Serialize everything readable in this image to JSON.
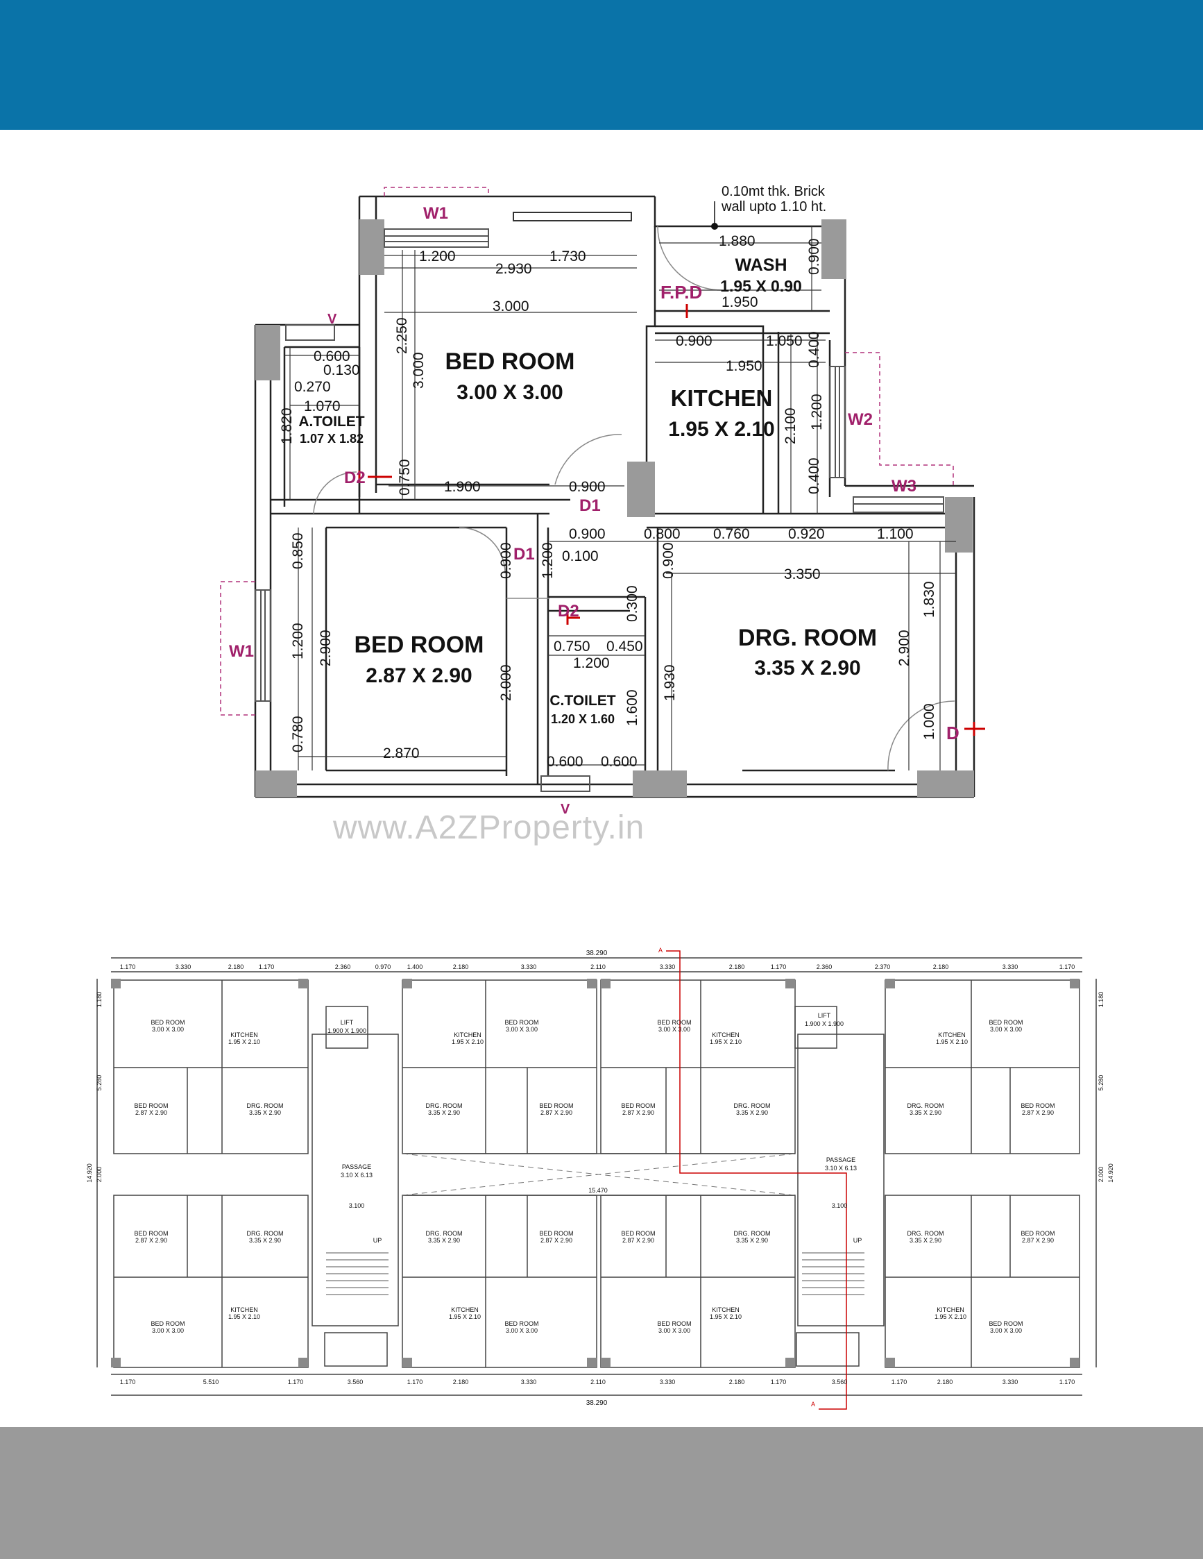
{
  "top_plan": {
    "note_line1": "0.10mt thk. Brick",
    "note_line2": "wall upto 1.10 ht.",
    "rooms": {
      "bed1_name": "BED ROOM",
      "bed1_size": "3.00 X 3.00",
      "kitchen_name": "KITCHEN",
      "kitchen_size": "1.95 X 2.10",
      "wash_name": "WASH",
      "wash_size": "1.95 X 0.90",
      "atoilet_name": "A.TOILET",
      "atoilet_size": "1.07 X 1.82",
      "bed2_name": "BED ROOM",
      "bed2_size": "2.87 X 2.90",
      "ctoilet_name": "C.TOILET",
      "ctoilet_size": "1.20 X 1.60",
      "drg_name": "DRG. ROOM",
      "drg_size": "3.35 X 2.90"
    },
    "labels": {
      "w1_top": "W1",
      "w1_left": "W1",
      "w2": "W2",
      "w3": "W3",
      "fpd": "F.P.D",
      "d2_a": "D2",
      "d2_b": "D2",
      "d1_a": "D1",
      "d1_b": "D1",
      "d": "D",
      "v_top": "V",
      "v_bottom": "V"
    },
    "dims": {
      "d1200": "1.200",
      "d1730": "1.730",
      "d2930": "2.930",
      "d3000h": "3.000",
      "d1880": "1.880",
      "d0900w": "0.900",
      "d1950a": "1.950",
      "d0600": "0.600",
      "d0130": "0.130",
      "d0270": "0.270",
      "d1070": "1.070",
      "d2250": "2.250",
      "d3000v": "3.000",
      "d1820": "1.820",
      "d0750v": "0.750",
      "d1900": "1.900",
      "d0900b": "0.900",
      "d0900k": "0.900",
      "d1050": "1.050",
      "d0400a": "0.400",
      "d1950b": "1.950",
      "d2100": "2.100",
      "d1200k": "1.200",
      "d0400b": "0.400",
      "d0900c": "0.900",
      "d0800": "0.800",
      "d0760": "0.760",
      "d0920": "0.920",
      "d1100": "1.100",
      "d0100": "0.100",
      "d0850": "0.850",
      "d0900v": "0.900",
      "d1200v": "1.200",
      "d3350": "3.350",
      "d1200w": "1.200",
      "d2900a": "2.900",
      "d2000": "2.000",
      "d0780": "0.780",
      "d2870": "2.870",
      "d1200c": "1.200",
      "d0300": "0.300",
      "d0750h": "0.750",
      "d0450": "0.450",
      "d1200t": "1.200",
      "d1600": "1.600",
      "d0600a": "0.600",
      "d0600b": "0.600",
      "d0900d": "0.900",
      "d1930": "1.930",
      "d1830": "1.830",
      "d2900b": "2.900",
      "d1000": "1.000"
    }
  },
  "watermark": "www.A2ZProperty.in",
  "cluster_plan": {
    "overall_width": "38.290",
    "top_dims": [
      "1.170",
      "3.330",
      "2.180",
      "1.170",
      "2.360",
      "0.970",
      "1.400",
      "2.180",
      "3.330",
      "2.110",
      "3.330",
      "2.180",
      "1.170",
      "2.360",
      "2.370",
      "2.180",
      "3.330",
      "1.170"
    ],
    "bottom_dims": [
      "1.170",
      "5.510",
      "1.170",
      "3.560",
      "1.170",
      "2.180",
      "3.330",
      "2.110",
      "3.330",
      "2.180",
      "1.170",
      "3.560",
      "1.170",
      "2.180",
      "3.330",
      "1.170"
    ],
    "side_left": [
      "1.180",
      "5.280",
      "14.920",
      "2.000"
    ],
    "side_right": [
      "1.180",
      "5.280",
      "14.920",
      "2.000"
    ],
    "passage_name": "PASSAGE",
    "passage_size": "3.10 X 6.13",
    "lift_name": "LIFT",
    "lift_size": "1.900 X 1.900",
    "mid_dim": "15.470",
    "passage_w": "3.100",
    "up": "UP",
    "section_mark": "A",
    "room_labels": {
      "bed_a": "BED ROOM",
      "bed_a_size": "3.00 X 3.00",
      "bed_b": "BED ROOM",
      "bed_b_size": "2.87 X 2.90",
      "drg": "DRG. ROOM",
      "drg_size": "3.35 X 2.90",
      "kit": "KITCHEN",
      "kit_size": "1.95 X 2.10"
    }
  }
}
